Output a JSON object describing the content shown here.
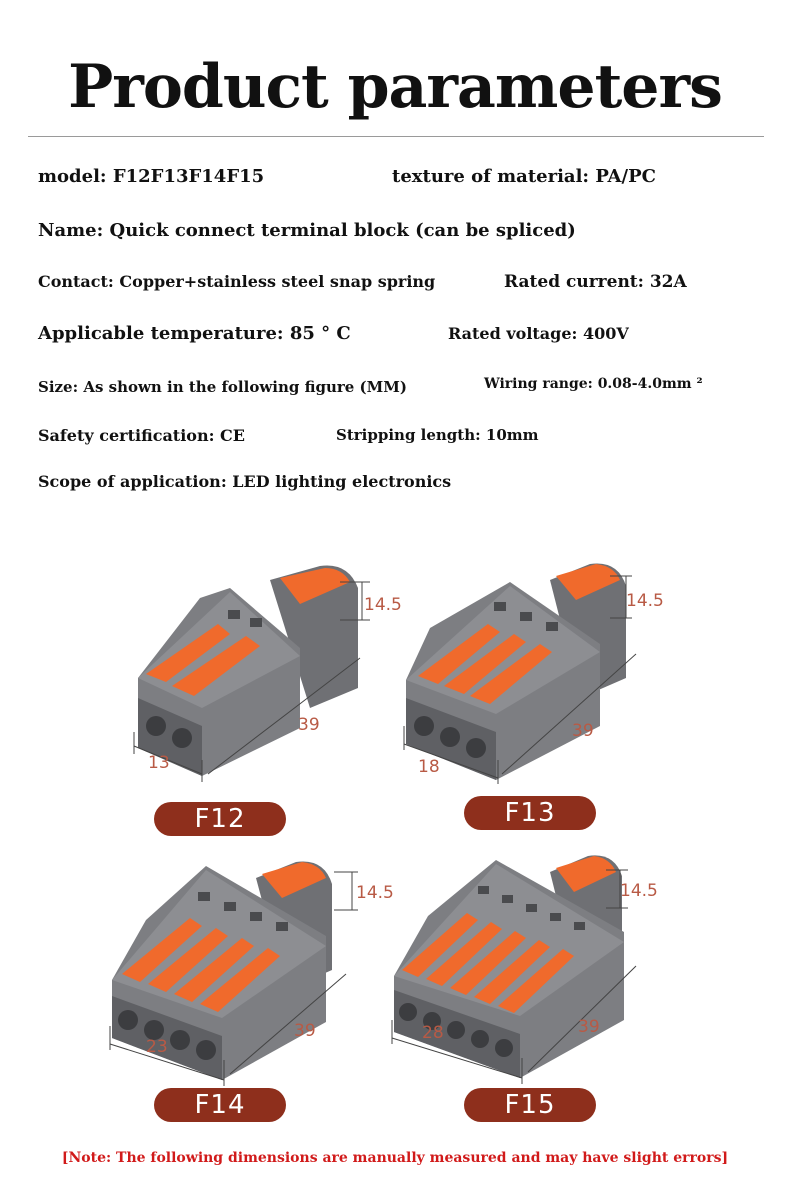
{
  "title": "Product parameters",
  "specs": {
    "model": "model: F12F13F14F15",
    "material": "texture of material: PA/PC",
    "name": "Name: Quick connect terminal block (can be spliced)",
    "contact": "Contact: Copper+stainless steel snap spring",
    "current": "Rated current: 32A",
    "temperature": "Applicable temperature: 85 ° C",
    "voltage": "Rated voltage: 400V",
    "size": "Size: As shown in the following figure (MM)",
    "wiring": "Wiring range: 0.08-4.0mm ²",
    "safety": "Safety certification: CE",
    "stripping": "Stripping length: 10mm",
    "scope": "Scope of application: LED lighting electronics"
  },
  "products": [
    {
      "label": "F12",
      "height": "14.5",
      "length": "39",
      "width": "13",
      "ports": 2
    },
    {
      "label": "F13",
      "height": "14.5",
      "length": "39",
      "width": "18",
      "ports": 3
    },
    {
      "label": "F14",
      "height": "14.5",
      "length": "39",
      "width": "23",
      "ports": 4
    },
    {
      "label": "F15",
      "height": "14.5",
      "length": "39",
      "width": "28",
      "ports": 5
    }
  ],
  "note": "[Note: The following dimensions are manually measured and may have slight errors]",
  "colors": {
    "housing": "#7d7e82",
    "lever": "#f06a2c",
    "dimension": "#b85a45",
    "pill": "#8e2f1c",
    "note": "#d11a1a"
  }
}
